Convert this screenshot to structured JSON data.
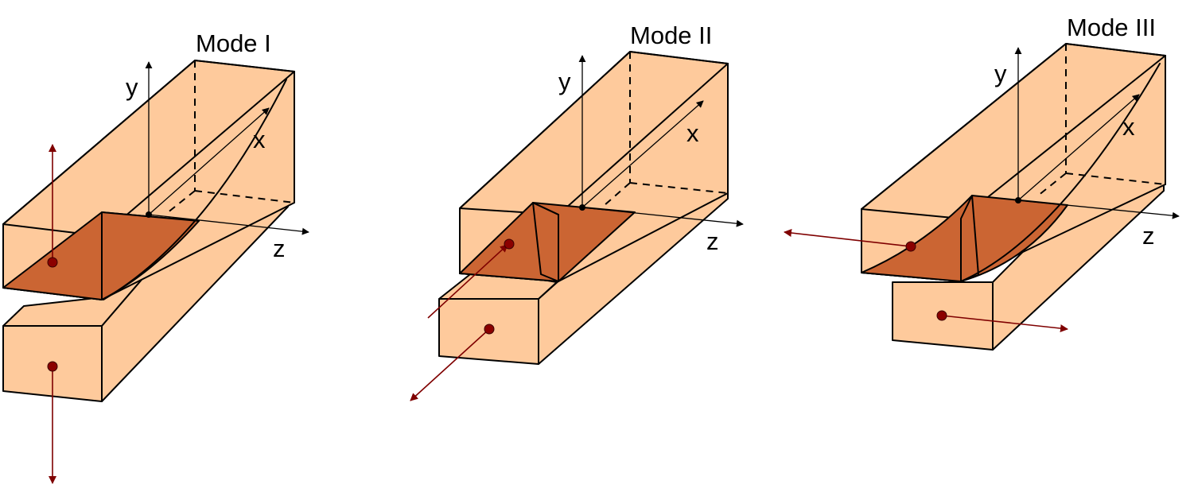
{
  "figure": {
    "modes": [
      {
        "title": "Mode I",
        "axis_x": "x",
        "axis_y": "y",
        "axis_z": "z"
      },
      {
        "title": "Mode II",
        "axis_x": "x",
        "axis_y": "y",
        "axis_z": "z"
      },
      {
        "title": "Mode III",
        "axis_x": "x",
        "axis_y": "y",
        "axis_z": "z"
      }
    ]
  },
  "colors": {
    "block": "#FECA9C",
    "crack_face": "#CB6533",
    "force_arrow": "#7F0000"
  }
}
